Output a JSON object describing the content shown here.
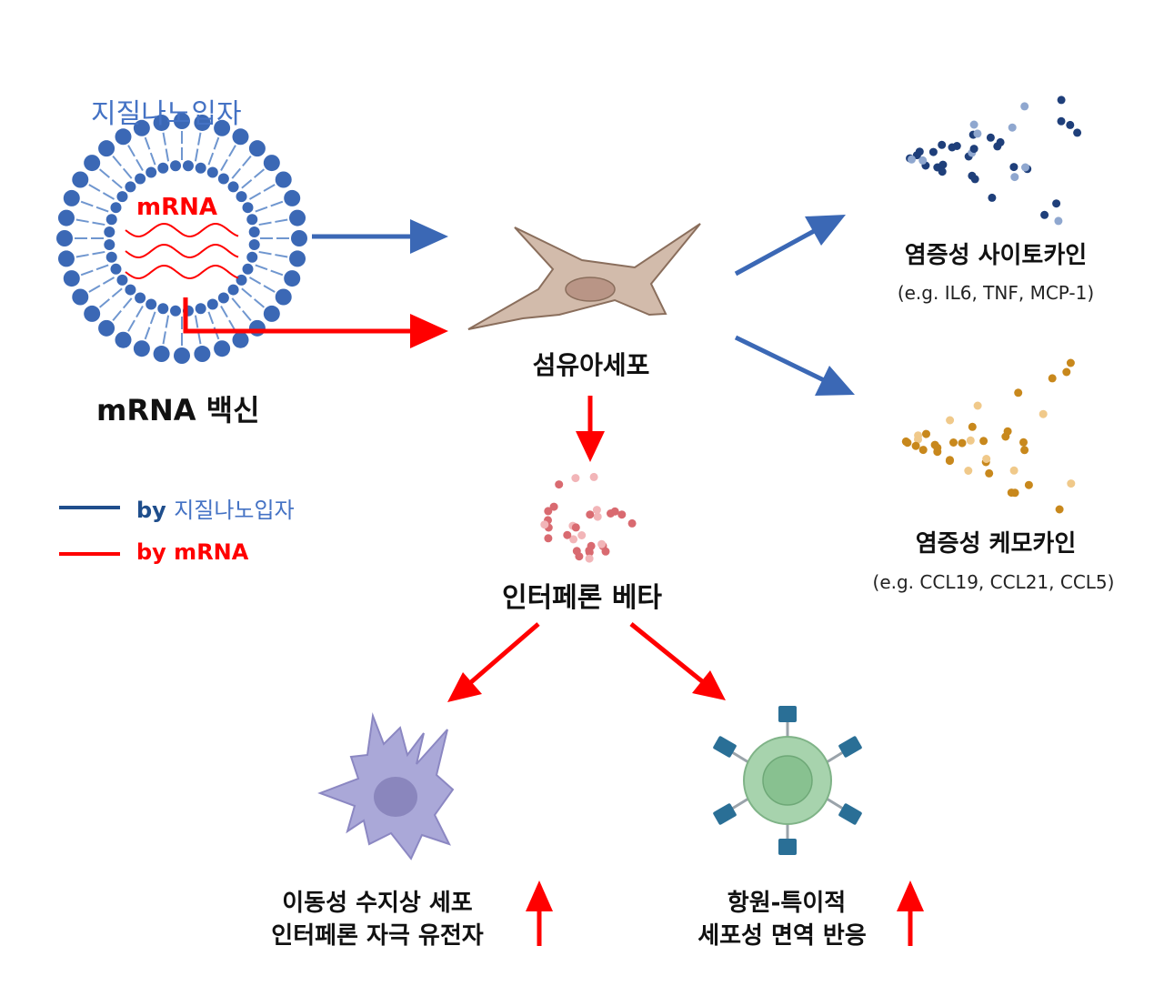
{
  "labels": {
    "lnp_title": "지질나노입자",
    "mrna_inner": "mRNA",
    "vaccine": "mRNA 백신",
    "fibroblast": "섬유아세포",
    "ifn_beta": "인터페론 베타",
    "cytokines": "염증성 사이토카인",
    "cytokines_eg": "(e.g. IL6, TNF, MCP-1)",
    "chemokines": "염증성 케모카인",
    "chemokines_eg": "(e.g. CCL19, CCL21, CCL5)",
    "dc_line1": "이동성 수지상 세포",
    "dc_line2": "인터페론 자극 유전자",
    "tcell_line1": "항원-특이적",
    "tcell_line2": "세포성 면역 반응"
  },
  "legend": {
    "lnp_prefix": "by ",
    "lnp_name": "지질나노입자",
    "mrna_label": "by mRNA"
  },
  "colors": {
    "lnp_blue": "#3b68b5",
    "mrna_red": "#ff0000",
    "cytokine_dots": "#1f3f7a",
    "chemokine_dots": "#c8881c",
    "ifn_dots": "#d96a70",
    "fibroblast_fill": "#d2bbab",
    "dc_fill": "#aaa8d8",
    "tcell_fill": "#a7d3ad",
    "antibody": "#2a6f96"
  },
  "icons": {
    "nanoparticle": "lipid-nanoparticle-icon",
    "fibroblast": "fibroblast-cell-icon",
    "dendritic": "dendritic-cell-icon",
    "tcell": "t-cell-icon"
  }
}
